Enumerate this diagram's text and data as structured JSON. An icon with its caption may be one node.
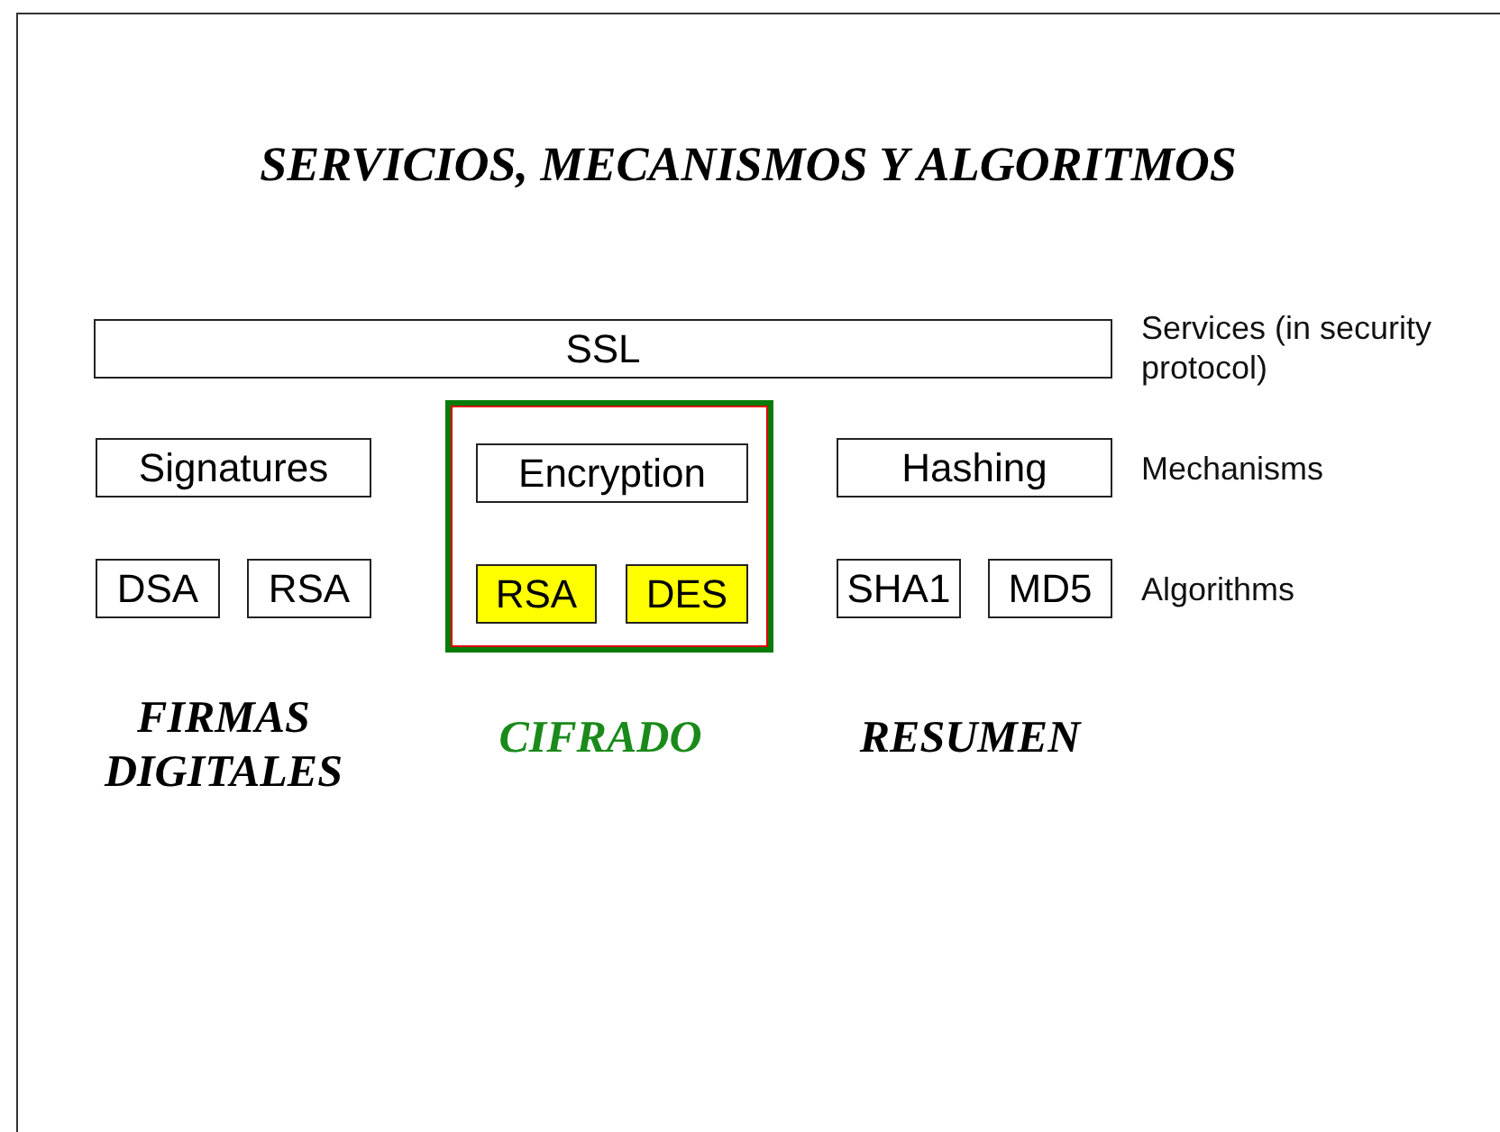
{
  "diagram": {
    "title": "SERVICIOS, MECANISMOS Y ALGORITMOS",
    "nodes": [
      {
        "text": [
          "SSL"
        ]
      },
      {
        "text": [
          "Signatures"
        ]
      },
      {
        "text": [],
        "shape": "box"
      },
      {
        "text": [
          "Encryption"
        ],
        "in": 2
      },
      {
        "text": [
          "Hashing"
        ]
      },
      {
        "text": [
          "DSA"
        ]
      },
      {
        "text": [
          "RSA"
        ]
      },
      {
        "text": [
          "RSA"
        ],
        "in": 2
      },
      {
        "text": [
          "DES"
        ],
        "in": 2
      },
      {
        "text": [
          "SHA1"
        ]
      },
      {
        "text": [
          "MD5"
        ]
      }
    ],
    "labels": [
      "Services (in security protocol)",
      "Mechanisms",
      "Algorithms",
      "FIRMAS DIGITALES",
      "CIFRADO",
      "RESUMEN"
    ]
  }
}
